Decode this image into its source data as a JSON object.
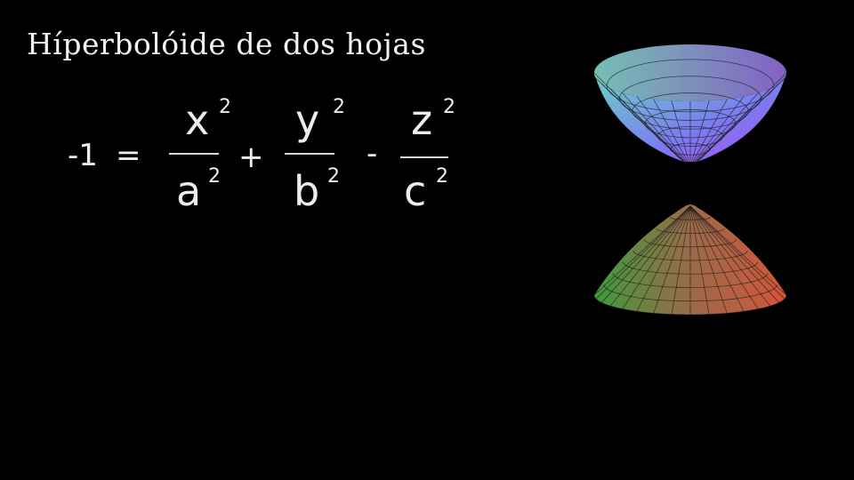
{
  "title": "Híperbolóide de dos hojas",
  "equation": {
    "lhs": "-1",
    "equals": "=",
    "plus": "+",
    "minus": "-",
    "terms": [
      {
        "num": "x",
        "den": "a",
        "num_exp": "2",
        "den_exp": "2"
      },
      {
        "num": "y",
        "den": "b",
        "num_exp": "2",
        "den_exp": "2"
      },
      {
        "num": "z",
        "den": "c",
        "num_exp": "2",
        "den_exp": "2"
      }
    ]
  },
  "surface": {
    "name": "hyperboloid-of-two-sheets",
    "upper_sheet_colors": [
      "#6fd2c8",
      "#7a7cf0",
      "#b04cf0"
    ],
    "lower_sheet_colors": [
      "#3f9a3c",
      "#9a6a4a",
      "#d6553a"
    ],
    "grid_color": "#1a1a1a"
  }
}
